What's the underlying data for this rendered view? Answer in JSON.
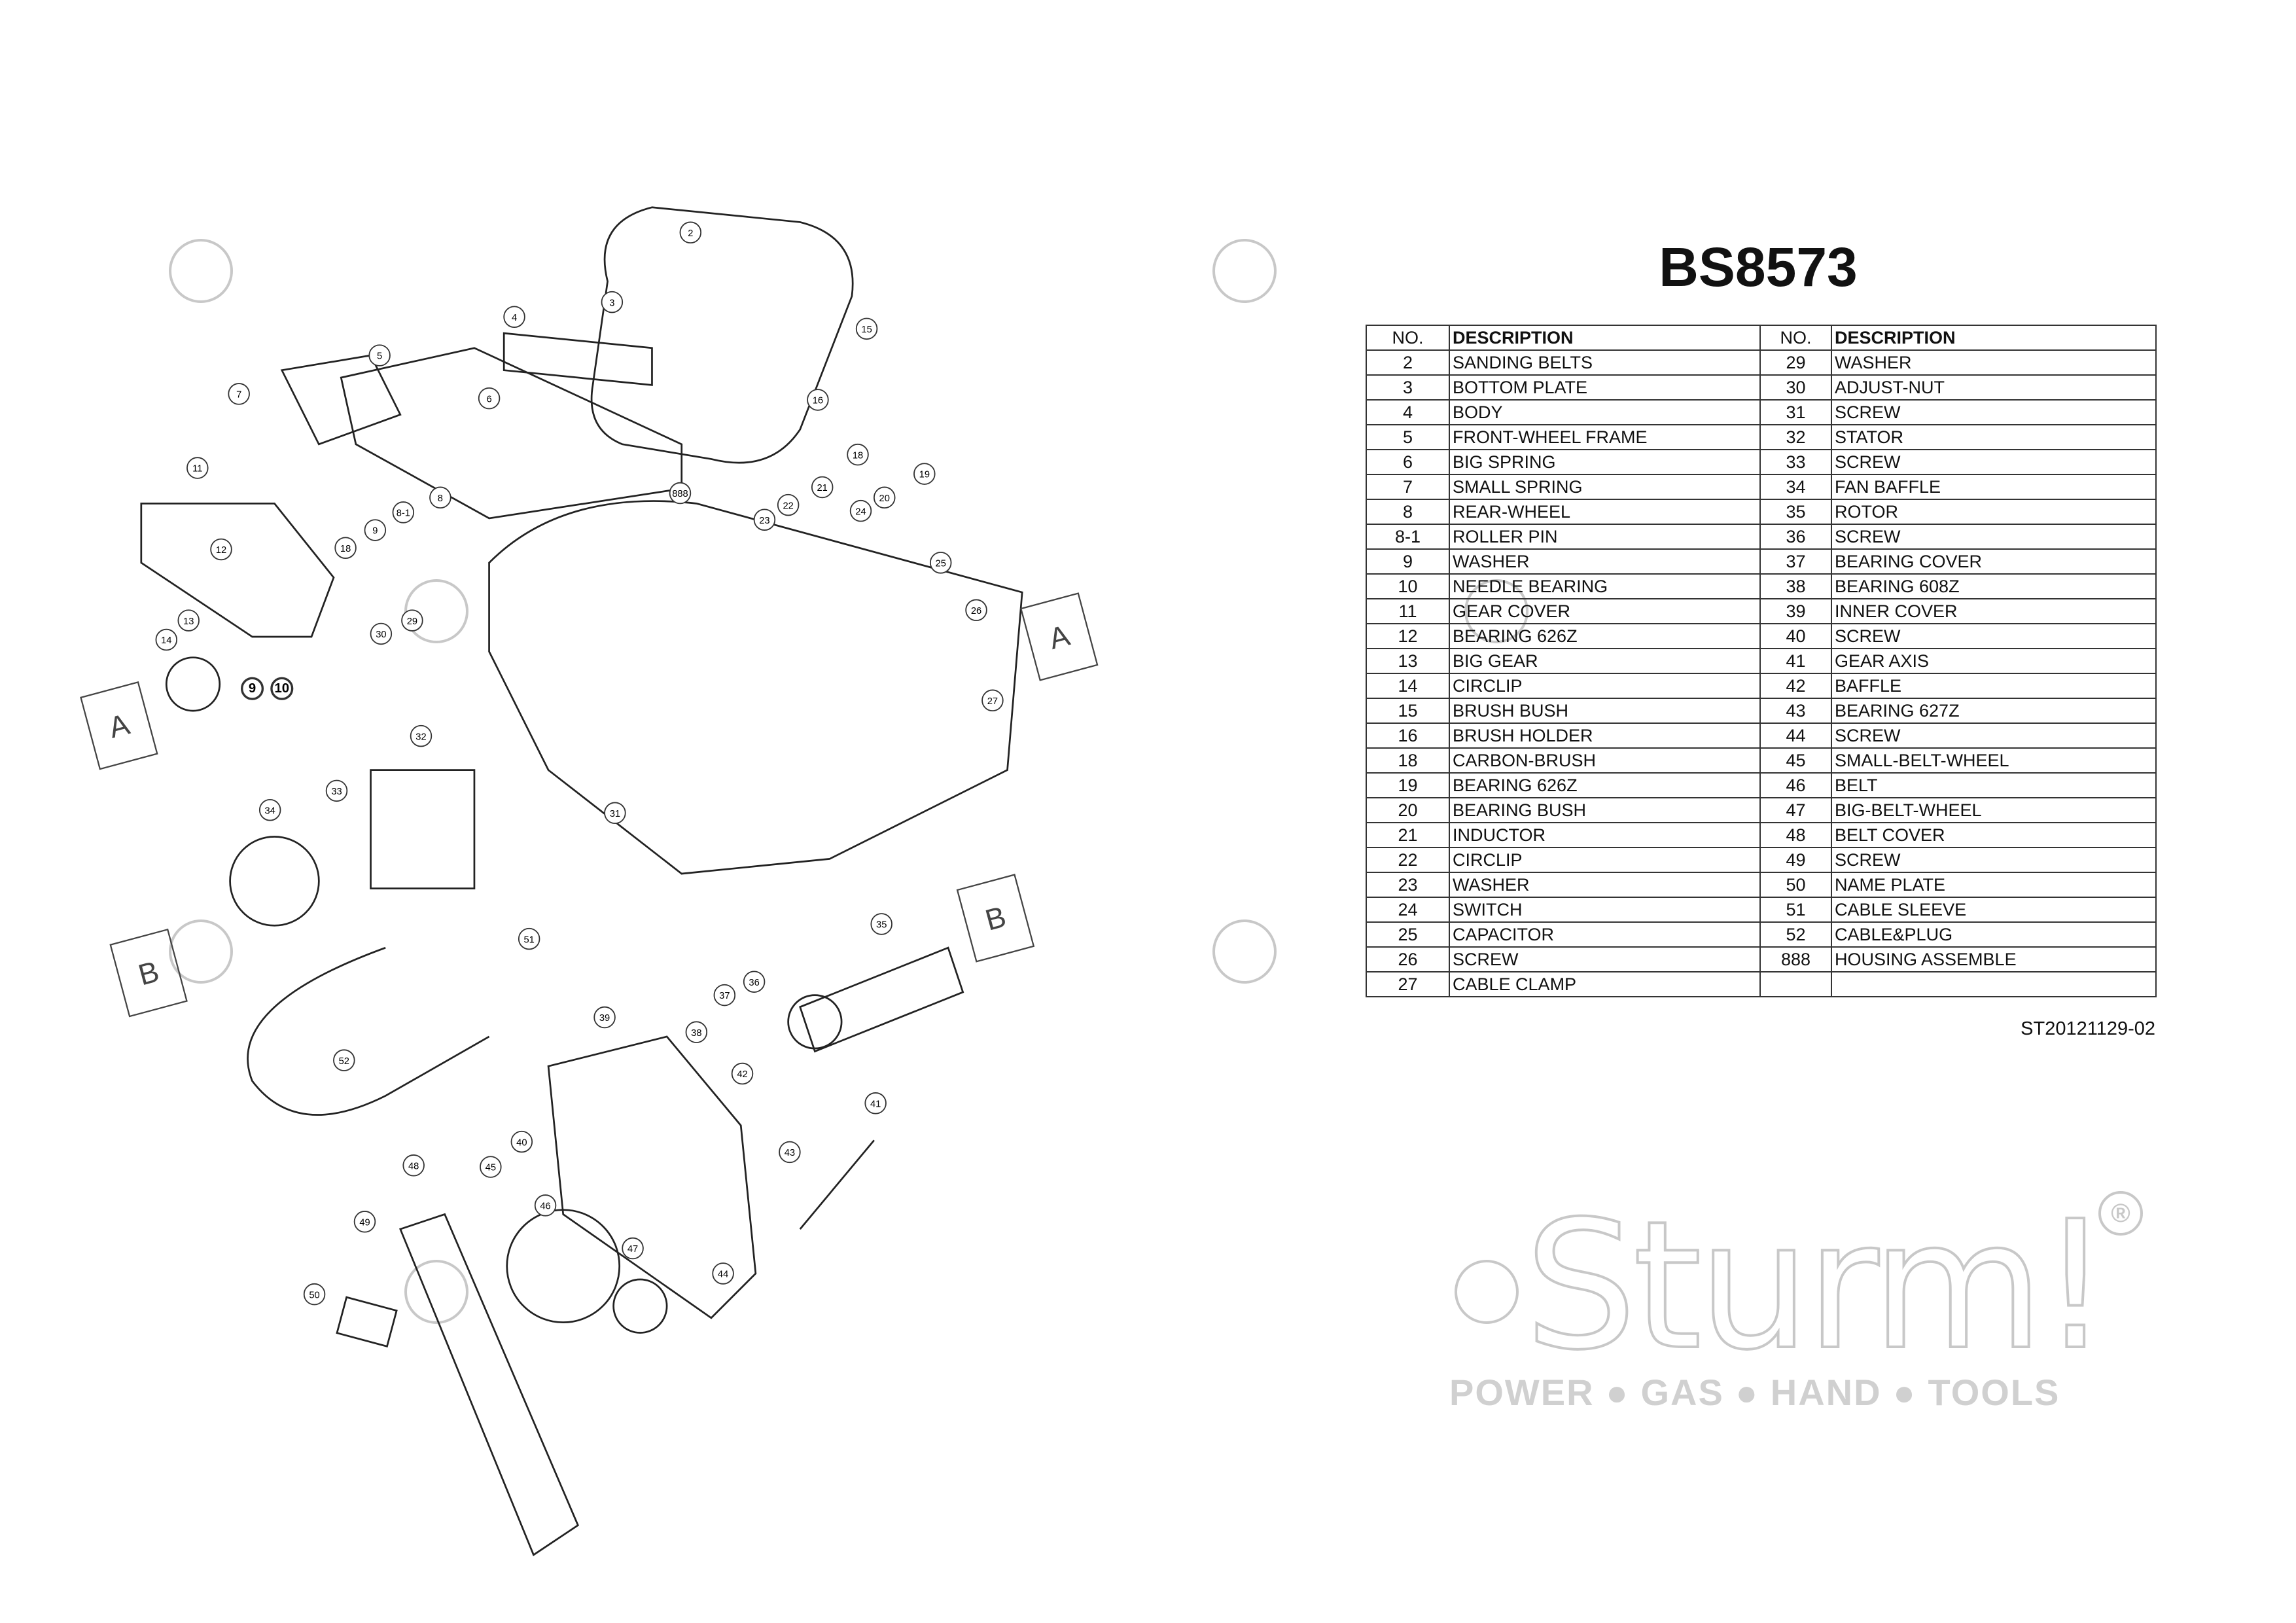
{
  "watermark": {
    "logo": "Sturm!",
    "registered": "®",
    "tagline": "POWER ● GAS ● HAND ● TOOLS"
  },
  "title": "BS8573",
  "table": {
    "headers": {
      "no": "NO.",
      "description": "DESCRIPTION"
    },
    "left": [
      [
        "2",
        "SANDING BELTS"
      ],
      [
        "3",
        "BOTTOM PLATE"
      ],
      [
        "4",
        "BODY"
      ],
      [
        "5",
        "FRONT-WHEEL FRAME"
      ],
      [
        "6",
        "BIG SPRING"
      ],
      [
        "7",
        "SMALL SPRING"
      ],
      [
        "8",
        "REAR-WHEEL"
      ],
      [
        "8-1",
        "ROLLER PIN"
      ],
      [
        "9",
        "WASHER"
      ],
      [
        "10",
        "NEEDLE BEARING"
      ],
      [
        "11",
        "GEAR COVER"
      ],
      [
        "12",
        "BEARING 626Z"
      ],
      [
        "13",
        "BIG GEAR"
      ],
      [
        "14",
        "CIRCLIP"
      ],
      [
        "15",
        "BRUSH BUSH"
      ],
      [
        "16",
        "BRUSH HOLDER"
      ],
      [
        "18",
        "CARBON-BRUSH"
      ],
      [
        "19",
        "BEARING 626Z"
      ],
      [
        "20",
        "BEARING BUSH"
      ],
      [
        "21",
        "INDUCTOR"
      ],
      [
        "22",
        "CIRCLIP"
      ],
      [
        "23",
        "WASHER"
      ],
      [
        "24",
        "SWITCH"
      ],
      [
        "25",
        "CAPACITOR"
      ],
      [
        "26",
        "SCREW"
      ],
      [
        "27",
        "CABLE CLAMP"
      ]
    ],
    "right": [
      [
        "29",
        "WASHER"
      ],
      [
        "30",
        "ADJUST-NUT"
      ],
      [
        "31",
        "SCREW"
      ],
      [
        "32",
        "STATOR"
      ],
      [
        "33",
        "SCREW"
      ],
      [
        "34",
        "FAN BAFFLE"
      ],
      [
        "35",
        "ROTOR"
      ],
      [
        "36",
        "SCREW"
      ],
      [
        "37",
        "BEARING COVER"
      ],
      [
        "38",
        "BEARING 608Z"
      ],
      [
        "39",
        "INNER COVER"
      ],
      [
        "40",
        "SCREW"
      ],
      [
        "41",
        "GEAR AXIS"
      ],
      [
        "42",
        "BAFFLE"
      ],
      [
        "43",
        "BEARING 627Z"
      ],
      [
        "44",
        "SCREW"
      ],
      [
        "45",
        "SMALL-BELT-WHEEL"
      ],
      [
        "46",
        "BELT"
      ],
      [
        "47",
        "BIG-BELT-WHEEL"
      ],
      [
        "48",
        "BELT COVER"
      ],
      [
        "49",
        "SCREW"
      ],
      [
        "50",
        "NAME PLATE"
      ],
      [
        "51",
        "CABLE SLEEVE"
      ],
      [
        "52",
        "CABLE&PLUG"
      ],
      [
        "888",
        "HOUSING ASSEMBLE"
      ],
      [
        "",
        ""
      ]
    ]
  },
  "doc_code": "ST20121129-02",
  "diagram": {
    "callouts": [
      "2",
      "3",
      "4",
      "5",
      "6",
      "7",
      "11",
      "12",
      "13",
      "14",
      "8",
      "8-1",
      "9",
      "18",
      "888",
      "23",
      "22",
      "21",
      "24",
      "20",
      "19",
      "25",
      "26",
      "27",
      "15",
      "16",
      "18",
      "30",
      "29",
      "32",
      "33",
      "34",
      "31",
      "35",
      "36",
      "37",
      "38",
      "39",
      "51",
      "52",
      "40",
      "41",
      "42",
      "43",
      "45",
      "46",
      "47",
      "44",
      "48",
      "49",
      "50"
    ],
    "bold_callouts": [
      "9",
      "10"
    ],
    "section_marks": [
      "A",
      "A",
      "B",
      "B"
    ]
  }
}
